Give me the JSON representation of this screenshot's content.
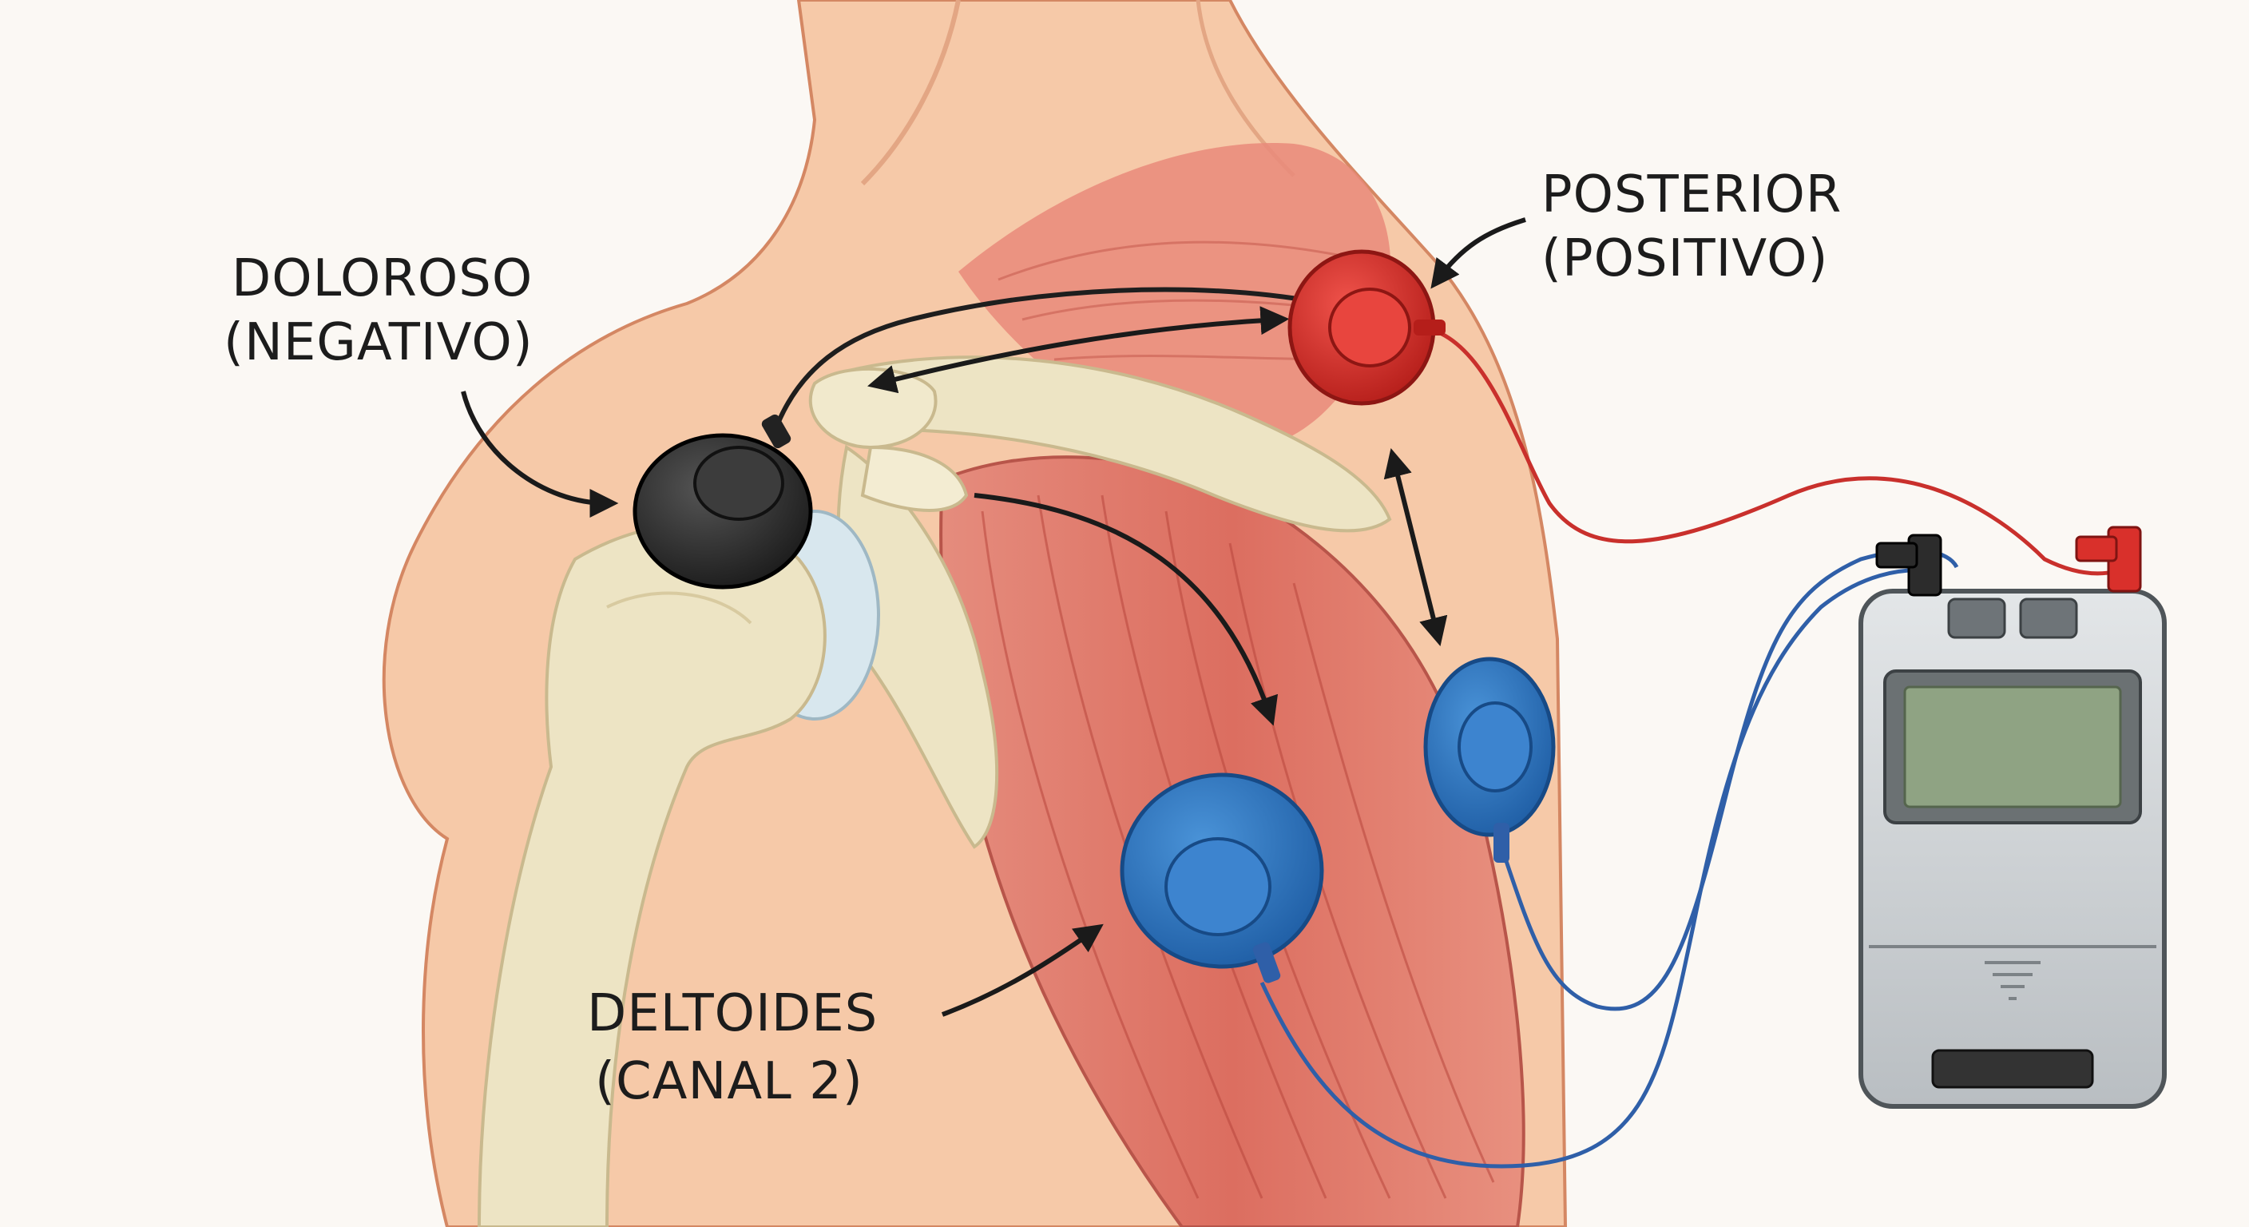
{
  "labels": {
    "doloroso": {
      "line1": "DOLOROSO",
      "line2": "(NEGATIVO)"
    },
    "posterior": {
      "line1": "POSTERIOR",
      "line2": "(POSITIVO)"
    },
    "deltoides": {
      "line1": "DELTOIDES",
      "line2": "(CANAL 2)"
    }
  },
  "electrodes": [
    {
      "name": "doloroso",
      "color": "#2e2e2e",
      "polarity": "negative"
    },
    {
      "name": "posterior",
      "color": "#d9302b",
      "polarity": "positive"
    },
    {
      "name": "deltoides-upper",
      "color": "#2f78c4",
      "channel": 2
    },
    {
      "name": "deltoides-lower",
      "color": "#2f78c4",
      "channel": 2
    }
  ],
  "colors": {
    "skin": "#f6c9a8",
    "skin_outline": "#d48763",
    "muscle": "#e2786b",
    "bone": "#ede4c4",
    "lead_red": "#c9302c",
    "lead_blue": "#2f5fa8",
    "device_body": "#cfd3d6"
  }
}
